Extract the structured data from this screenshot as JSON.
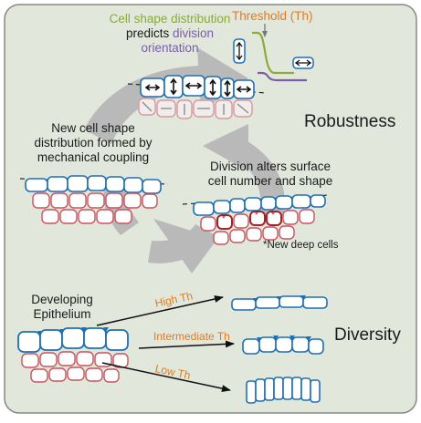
{
  "top_caption": {
    "line1_green": "Cell shape distribution",
    "line2_black": "predicts",
    "line2_purple": "division",
    "line3_purple": "orientation"
  },
  "threshold_label": "Threshold (Th)",
  "robustness_label": "Robustness",
  "left_caption": [
    "New cell shape",
    "distribution formed by",
    "mechanical coupling"
  ],
  "right_caption": [
    "Division alters surface",
    "cell number and shape"
  ],
  "new_deep_cells_note": "*New deep cells",
  "developing_label": [
    "Developing",
    "Epithelium"
  ],
  "diversity_label": "Diversity",
  "arrow_labels": {
    "high": "High Th",
    "intermediate": "Intermediate Th",
    "low": "Low Th"
  },
  "colors": {
    "background": "#e2e7dc",
    "frame": "#888888",
    "cycle_arrow": "#b9b9b9",
    "surface_cell_border": "#1f6fb5",
    "deep_cell_border": "#c9545c",
    "green_curve": "#8aaa3c",
    "purple_curve": "#7a5ea8",
    "orange_text": "#e07b20",
    "deep_cell_dark": "#a3232c"
  },
  "icons": [
    "double-arrow-vertical-icon",
    "double-arrow-horizontal-icon",
    "threshold-arrow-icon"
  ]
}
